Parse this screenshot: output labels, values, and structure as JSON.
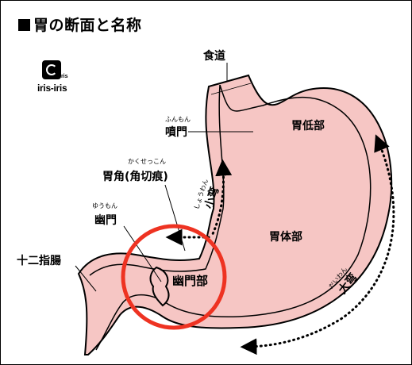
{
  "title": "胃の断面と名称",
  "logo": {
    "small_text": "iris",
    "name": "iris-iris"
  },
  "labels": {
    "esophagus": "食道",
    "cardia": "噴門",
    "cardia_reading": "ふんもん",
    "fundus": "胃低部",
    "angle": "胃角(角切痕)",
    "angle_reading": "かくせっこん",
    "pylorus": "幽門",
    "pylorus_reading": "ゆうもん",
    "body": "胃体部",
    "duodenum": "十二指腸",
    "pyloric_part": "幽門部",
    "lesser_curvature": "小弯",
    "lesser_curvature_reading": "しょうわん",
    "greater_curvature": "大弯",
    "greater_curvature_reading": "だいわん"
  },
  "colors": {
    "stomach_fill": "#f6c6c4",
    "outline": "#000000",
    "highlight_circle": "#ee3322",
    "dotted_arrows": "#000000"
  }
}
